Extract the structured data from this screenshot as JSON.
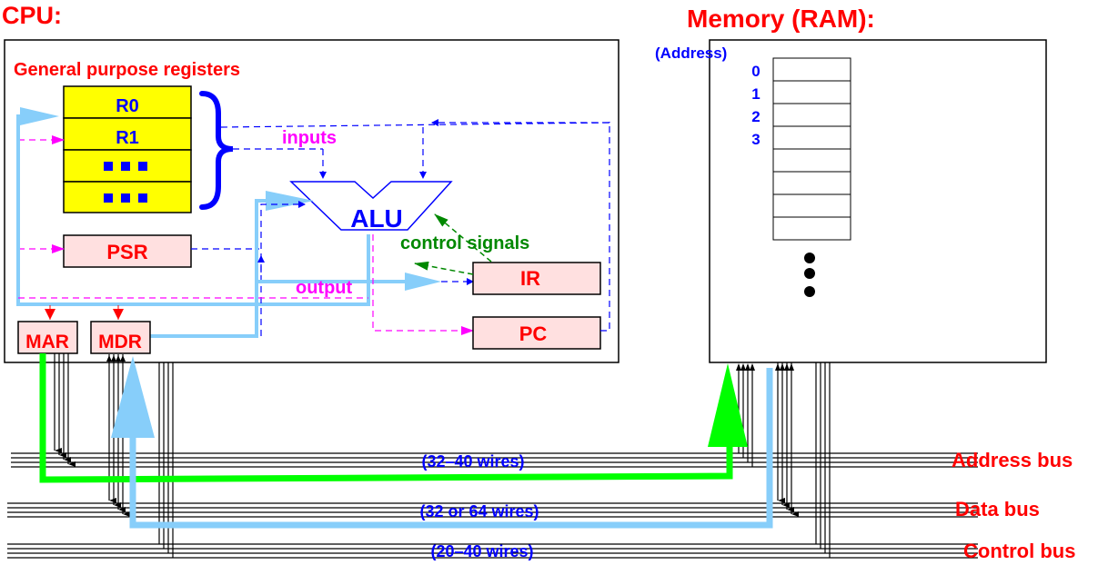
{
  "cpu": {
    "title": "CPU:",
    "gpr_label": "General purpose registers",
    "registers": [
      {
        "name": "R0"
      },
      {
        "name": "R1"
      },
      {
        "name": "■■■"
      },
      {
        "name": "■■■"
      }
    ],
    "alu_label": "ALU",
    "inputs_label": "inputs",
    "output_label": "output",
    "control_signals_label": "control signals",
    "special_registers": {
      "psr": "PSR",
      "ir": "IR",
      "pc": "PC",
      "mar": "MAR",
      "mdr": "MDR"
    }
  },
  "memory": {
    "title": "Memory (RAM):",
    "address_header": "(Address)",
    "addresses": [
      "0",
      "1",
      "2",
      "3"
    ],
    "cell_count": 8,
    "ellipsis": "●●●"
  },
  "buses": [
    {
      "name": "Address bus",
      "wires": "(32–40 wires)"
    },
    {
      "name": "Data bus",
      "wires": "(32 or 64 wires)"
    },
    {
      "name": "Control bus",
      "wires": "(20–40 wires)"
    }
  ],
  "colors": {
    "title_red": "#ff0000",
    "label_blue": "#0000ff",
    "label_magenta": "#ff00ff",
    "label_green": "#008800",
    "register_yellow": "#ffff00",
    "special_register_pink": "#ffe0e0",
    "address_path_green": "#00ff00",
    "data_path_lightblue": "#87cefa"
  }
}
